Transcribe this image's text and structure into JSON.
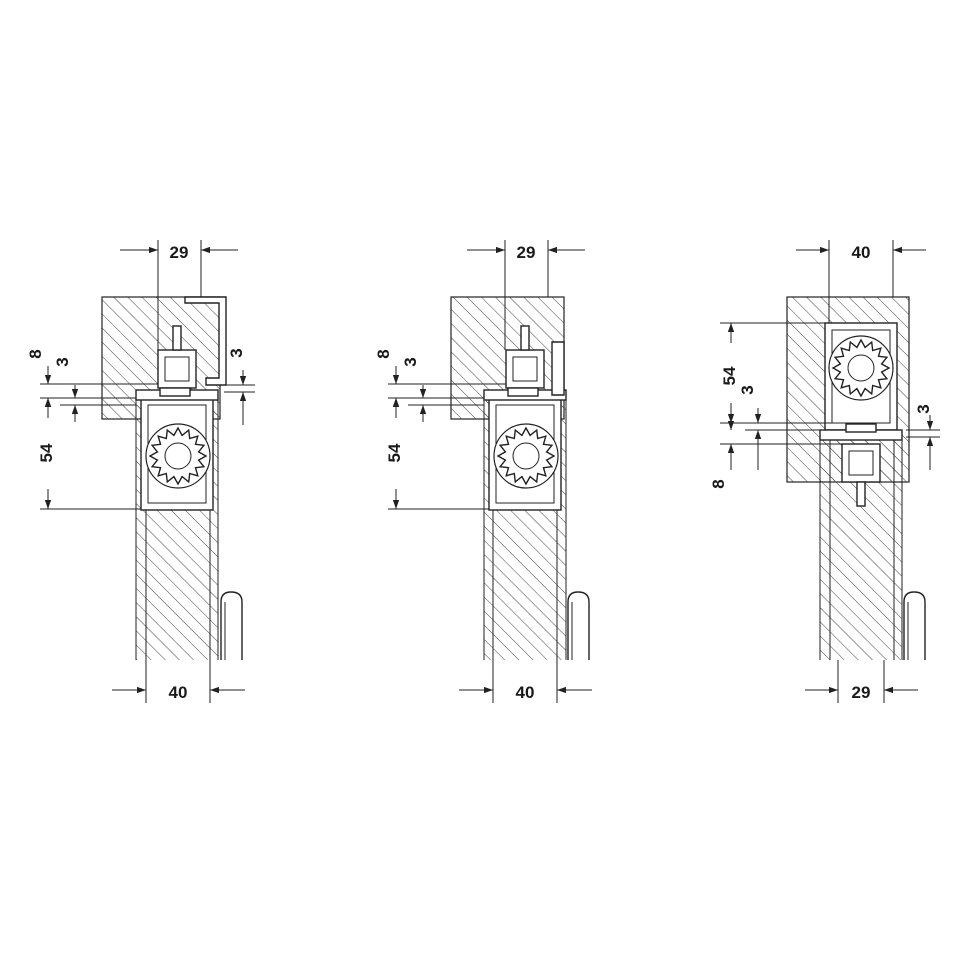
{
  "colors": {
    "line": "#222222",
    "background": "#ffffff",
    "section_fill": "#ffffff"
  },
  "hatch": "diagonal-hatch",
  "drawings": [
    {
      "id": "drawing-1",
      "labels": {
        "top_width": "29",
        "bottom_width": "40",
        "dim_8": "8",
        "dim_3_left": "3",
        "dim_3_right": "3",
        "dim_54": "54"
      }
    },
    {
      "id": "drawing-2",
      "labels": {
        "top_width": "29",
        "bottom_width": "40",
        "dim_8": "8",
        "dim_3_left": "3",
        "dim_54": "54"
      }
    },
    {
      "id": "drawing-3",
      "labels": {
        "top_width": "40",
        "bottom_width": "29",
        "dim_54": "54",
        "dim_3_left": "3",
        "dim_3_right": "3",
        "dim_8": "8"
      }
    }
  ]
}
